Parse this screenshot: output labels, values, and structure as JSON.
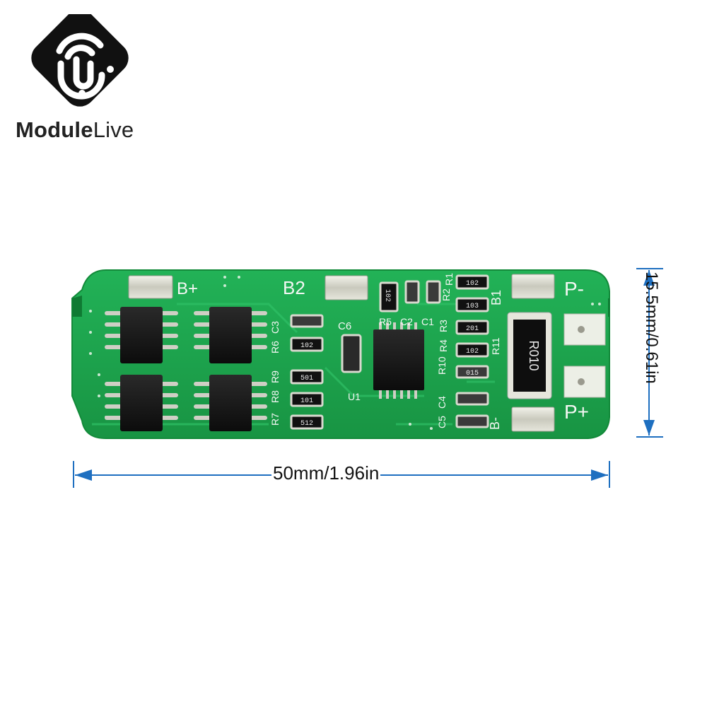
{
  "brand": {
    "name_bold": "Module",
    "name_light": "Live"
  },
  "board": {
    "silk": {
      "b_plus": "B+",
      "b2": "B2",
      "b1": "B1",
      "b_minus": "B-",
      "p_minus": "P-",
      "p_plus": "P+",
      "u1": "U1",
      "c6": "C6",
      "r5": "R5",
      "c2": "C2",
      "c1": "C1",
      "r2": "R2",
      "r1": "R1",
      "r6": "R6",
      "c3": "C3",
      "r3": "R3",
      "r4": "R4",
      "r10": "R10",
      "r11": "R11",
      "r9": "R9",
      "r8": "R8",
      "r7": "R7",
      "c5": "C5",
      "c4": "C4"
    },
    "shunt_label": "R010",
    "resistor_codes": {
      "a": "102",
      "b": "102",
      "c": "103",
      "d": "201",
      "e": "102",
      "f": "501",
      "g": "101",
      "h": "512",
      "i": "102",
      "j": "015"
    }
  },
  "dimensions": {
    "width": "50mm/1.96in",
    "height": "15.5mm/0.61in"
  },
  "colors": {
    "pcb": "#1fa84f",
    "dimension_line": "#1e6fc0"
  }
}
